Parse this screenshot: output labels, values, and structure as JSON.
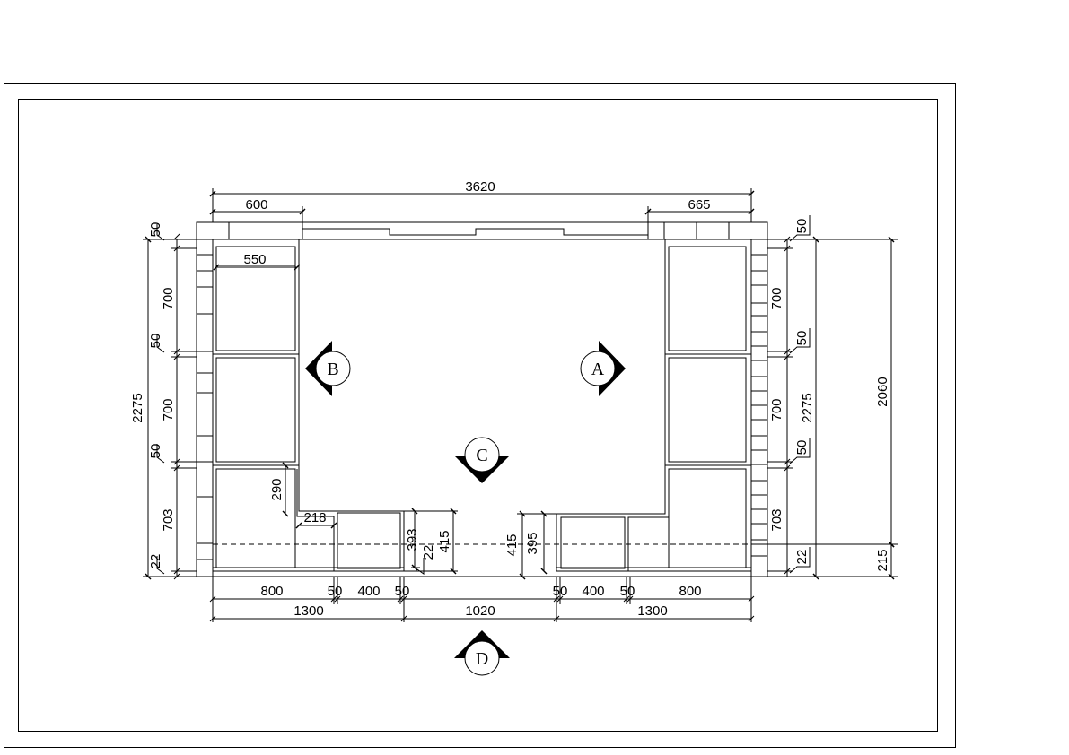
{
  "dimensions": {
    "top": {
      "total": "3620",
      "left_seg": "600",
      "right_seg": "665"
    },
    "inner_left_width": "550",
    "left_side": {
      "total": "2275",
      "gap1": "50",
      "h1": "700",
      "gap2": "50",
      "h2": "700",
      "gap3": "50",
      "h3": "703",
      "bottom": "22"
    },
    "right_side": {
      "gap1": "50",
      "h1": "700",
      "gap2": "50",
      "h2": "700",
      "total_inner": "2275",
      "gap3": "50",
      "h3": "703",
      "bottom": "22",
      "overall": "2060",
      "bottom_offset": "215"
    },
    "notch_left": {
      "depth": "290",
      "width": "218",
      "h393": "393",
      "h415": "415",
      "h22": "22"
    },
    "notch_right": {
      "h415": "415",
      "h395": "395"
    },
    "bottom_row1": {
      "l800": "800",
      "l50a": "50",
      "l400": "400",
      "l50b": "50",
      "r50a": "50",
      "r400": "400",
      "r50b": "50",
      "r800": "800"
    },
    "bottom_row2": {
      "left": "1300",
      "mid": "1020",
      "right": "1300"
    }
  },
  "view_markers": {
    "a": "A",
    "b": "B",
    "c": "C",
    "d": "D"
  }
}
